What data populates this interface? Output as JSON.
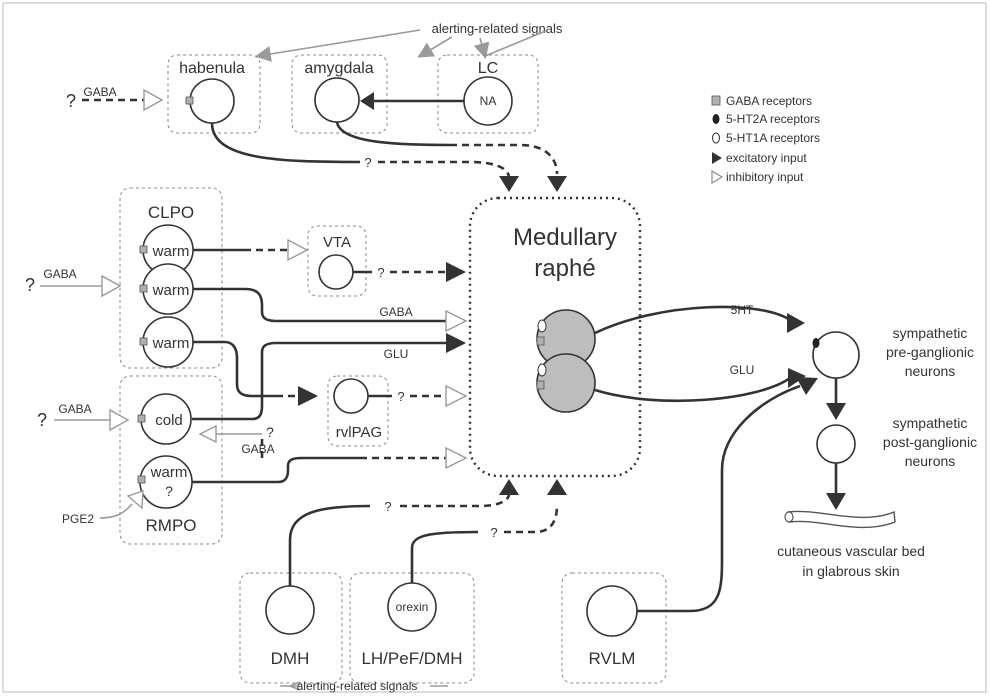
{
  "legend": {
    "gaba_receptors": "GABA receptors",
    "ht2a_receptors": "5-HT2A receptors",
    "ht1a_receptors": "5-HT1A receptors",
    "excitatory_input": "excitatory input",
    "inhibitory_input": "inhibitory input"
  },
  "top": {
    "alerting": "alerting-related signals",
    "habenula": "habenula",
    "amygdala": "amygdala",
    "lc": "LC",
    "na": "NA",
    "gaba": "GABA",
    "q": "?"
  },
  "left": {
    "clpo": "CLPO",
    "rmpo": "RMPO",
    "warm": "warm",
    "cold": "cold",
    "warm_q": "?",
    "gaba": "GABA",
    "q": "?",
    "pge2": "PGE2"
  },
  "middle": {
    "vta": "VTA",
    "rvlpag": "rvlPAG",
    "q": "?",
    "gaba_lbl": "GABA",
    "glu_lbl": "GLU",
    "medullary": "Medullary",
    "raphe": "raphé"
  },
  "right": {
    "ht5": "5HT",
    "glu": "GLU",
    "pre_1": "sympathetic",
    "pre_2": "pre-ganglionic",
    "pre_3": "neurons",
    "post_1": "sympathetic",
    "post_2": "post-ganglionic",
    "post_3": "neurons",
    "bed_1": "cutaneous vascular bed",
    "bed_2": "in glabrous skin"
  },
  "bottom": {
    "dmh": "DMH",
    "lh": "LH/PeF/DMH",
    "orexin": "orexin",
    "rvlm": "RVLM",
    "alerting": "alerting-related signals",
    "q": "?"
  }
}
